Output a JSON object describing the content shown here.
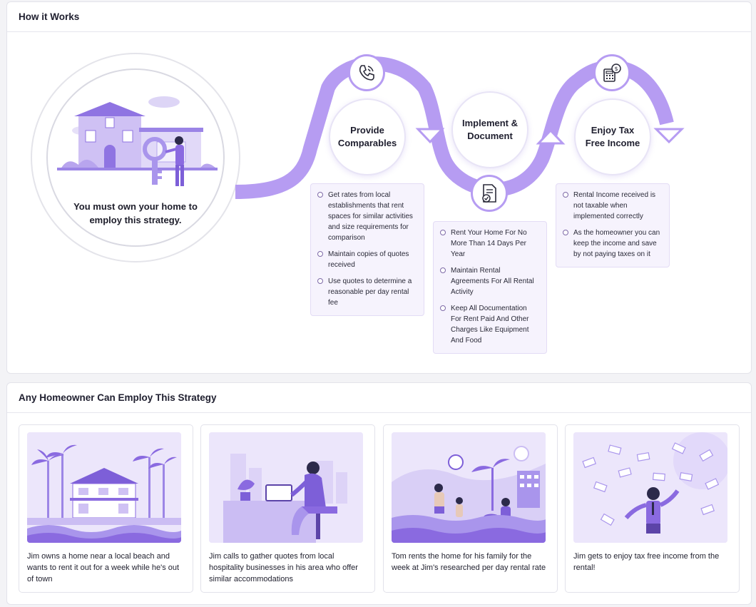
{
  "how_it_works": {
    "title": "How it Works",
    "intro": "You must own your home to employ this strategy.",
    "steps": [
      {
        "label": "Provide Comparables",
        "icon": "phone-icon",
        "bullets": [
          "Get rates from local establishments that rent spaces for similar activities and size requirements for comparison",
          "Maintain copies of quotes received",
          "Use quotes to determine a reasonable per day rental fee"
        ]
      },
      {
        "label": "Implement & Document",
        "icon": "document-check-icon",
        "bullets": [
          "Rent Your Home For No More Than 14 Days Per Year",
          "Maintain Rental Agreements For All Rental Activity",
          "Keep All Documentation For Rent Paid And Other Charges Like Equipment And Food"
        ]
      },
      {
        "label": "Enjoy Tax Free Income",
        "icon": "calculator-dollar-icon",
        "bullets": [
          "Rental Income received is not taxable when implemented correctly",
          "As the homeowner you can keep the income and save by not paying taxes on it"
        ]
      }
    ]
  },
  "strategy": {
    "title": "Any Homeowner Can Employ This Strategy",
    "scenes": [
      {
        "caption": "Jim owns a home near a local beach and wants to rent it out for a week while he's out of town"
      },
      {
        "caption": "Jim calls to gather quotes from local hospitality businesses in his area who offer similar accommodations"
      },
      {
        "caption": "Tom rents the home for his family for the week at Jim's researched per day rental rate"
      },
      {
        "caption": "Jim gets to enjoy tax free income from the rental!"
      }
    ]
  },
  "colors": {
    "accent": "#b69cf2",
    "accent_dark": "#8a6ae0",
    "panel_bg": "#f6f3fd"
  }
}
